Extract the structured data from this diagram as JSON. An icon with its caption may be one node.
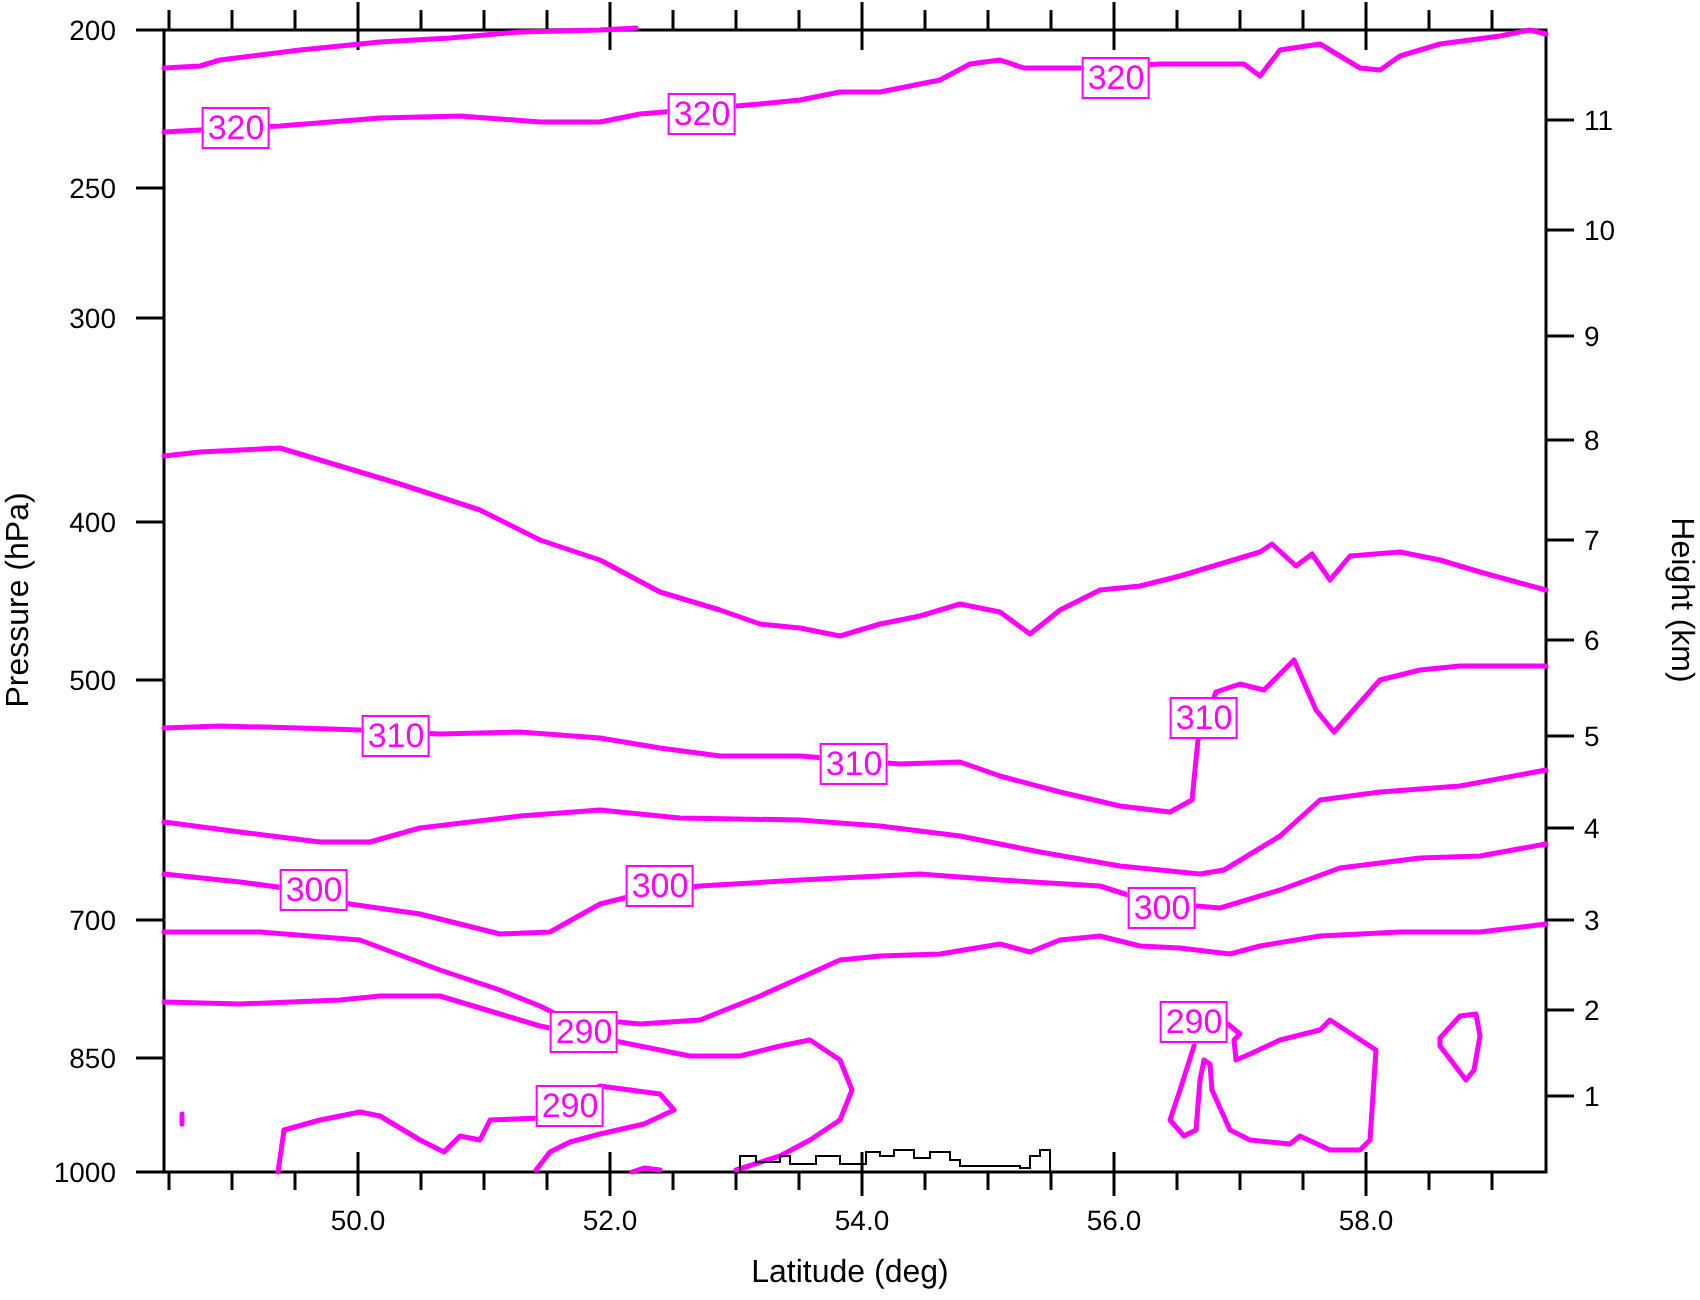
{
  "diagram": {
    "labels": [
      "200",
      "250",
      "300",
      "400",
      "500",
      "700",
      "850",
      "1000",
      "11",
      "10",
      "9",
      "8",
      "7",
      "6",
      "5",
      "4",
      "3",
      "2",
      "1",
      "50.0",
      "52.0",
      "54.0",
      "56.0",
      "58.0",
      "Pressure (hPa)",
      "Latitude (deg)",
      "Height (km)",
      "320",
      "320",
      "320",
      "310",
      "310",
      "310",
      "300",
      "300",
      "300",
      "290",
      "290",
      "290"
    ]
  }
}
